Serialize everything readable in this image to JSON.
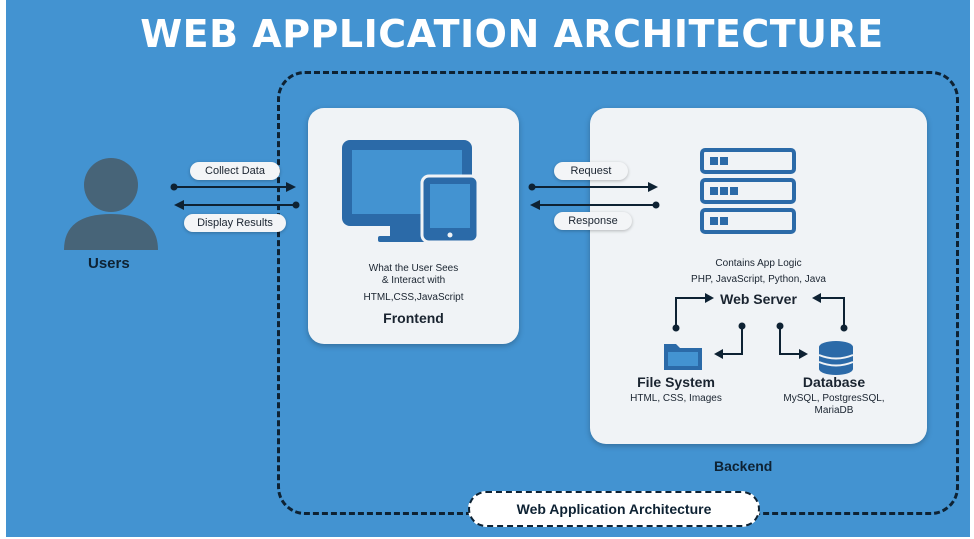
{
  "title": "WEB APPLICATION ARCHITECTURE",
  "users": {
    "label": "Users"
  },
  "left_arrows": {
    "top": "Collect Data",
    "bottom": "Display Results"
  },
  "frontend": {
    "line1": "What the User Sees",
    "line2": "& Interact with",
    "tech": "HTML,CSS,JavaScript",
    "label": "Frontend"
  },
  "right_arrows": {
    "top": "Request",
    "bottom": "Response"
  },
  "backend": {
    "logic": "Contains App Logic",
    "langs": "PHP, JavaScript, Python, Java",
    "server": "Web Server",
    "file_system": {
      "label": "File System",
      "detail": "HTML, CSS, Images"
    },
    "database": {
      "label": "Database",
      "detail1": "MySQL, PostgresSQL,",
      "detail2": "MariaDB"
    },
    "label": "Backend"
  },
  "caption": "Web Application Architecture",
  "colors": {
    "background": "#4393d1",
    "icon": "#2b6aa8",
    "dark": "#0e2233",
    "user_icon": "#476478"
  }
}
